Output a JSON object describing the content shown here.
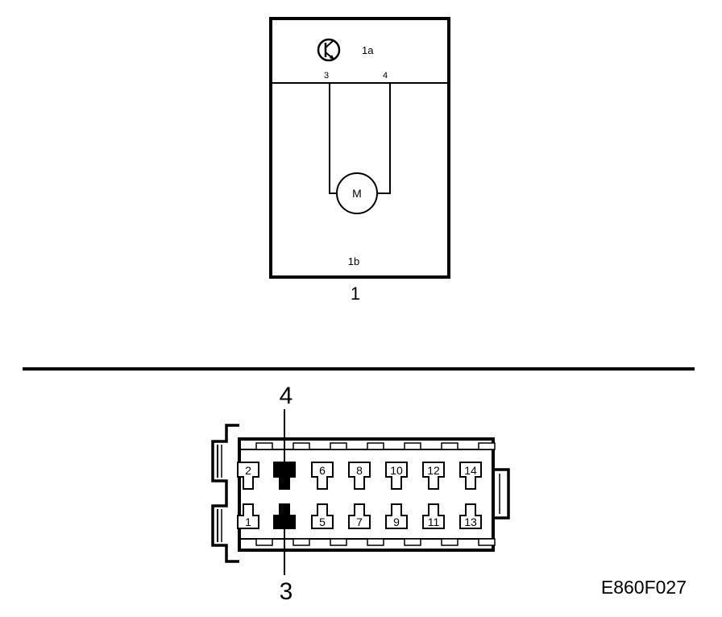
{
  "schematic": {
    "transistor_label": "1a",
    "lower_label": "1b",
    "pin_left": "3",
    "pin_right": "4",
    "motor_label": "M",
    "component_number": "1"
  },
  "connector": {
    "callout_top": "4",
    "callout_bottom": "3",
    "top_row": [
      {
        "label": "2",
        "filled": false
      },
      {
        "label": "",
        "filled": true
      },
      {
        "label": "6",
        "filled": false
      },
      {
        "label": "8",
        "filled": false
      },
      {
        "label": "10",
        "filled": false
      },
      {
        "label": "12",
        "filled": false
      },
      {
        "label": "14",
        "filled": false
      }
    ],
    "bottom_row": [
      {
        "label": "1",
        "filled": false
      },
      {
        "label": "",
        "filled": true
      },
      {
        "label": "5",
        "filled": false
      },
      {
        "label": "7",
        "filled": false
      },
      {
        "label": "9",
        "filled": false
      },
      {
        "label": "11",
        "filled": false
      },
      {
        "label": "13",
        "filled": false
      }
    ]
  },
  "figure_code": "E860F027",
  "colors": {
    "ink": "#000000",
    "paper": "#ffffff"
  }
}
